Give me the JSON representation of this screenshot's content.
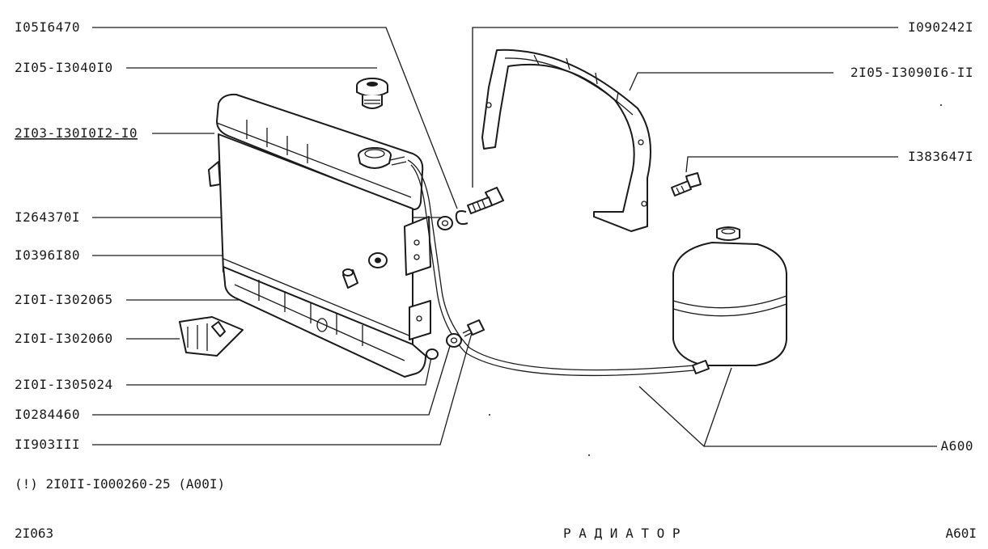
{
  "callouts_left": [
    "I05I6470",
    "2I05-I3040I0",
    "2I03-I30I0I2-I0",
    "I264370I",
    "I0396I80",
    "2I0I-I302065",
    "2I0I-I302060",
    "2I0I-I305024",
    "I0284460",
    "II903III"
  ],
  "callouts_right": [
    "I090242I",
    "2I05-I3090I6-II",
    "I383647I",
    "A600"
  ],
  "note": "(!)  2I0II-I000260-25  (A00I)",
  "footer": {
    "model": "2I063",
    "title": "Р А Д И А Т О Р",
    "sheet": "A60I"
  }
}
